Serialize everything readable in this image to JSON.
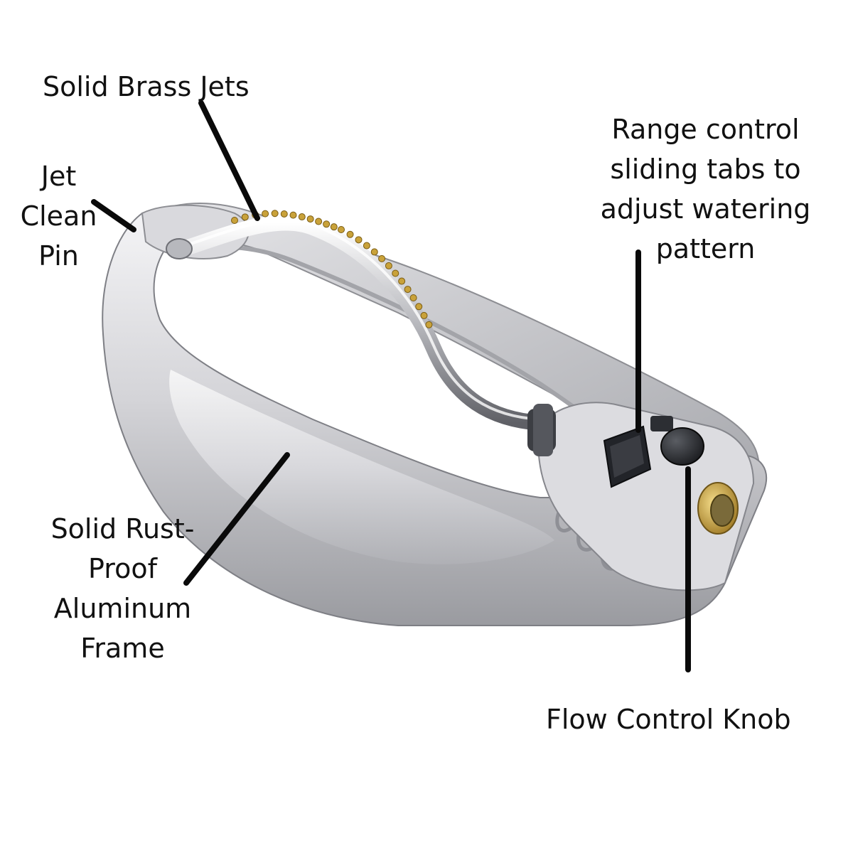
{
  "labels": {
    "brass_jets": [
      "Solid Brass Jets"
    ],
    "jet_clean_pin": [
      "Jet",
      "Clean",
      "Pin"
    ],
    "range_control": [
      "Range control",
      "sliding tabs to",
      "adjust watering",
      "pattern"
    ],
    "frame": [
      "Solid Rust-",
      "Proof",
      "Aluminum",
      "Frame"
    ],
    "flow_control": [
      "Flow Control Knob"
    ]
  },
  "colors": {
    "aluminum_light": "#e8e8ea",
    "aluminum_mid": "#c4c4c8",
    "aluminum_dark": "#8f9096",
    "brass": "#c9a23a",
    "knob": "#2a2c30",
    "leader_line": "#0a0a0a",
    "text": "#111111"
  },
  "icons": [
    "oscillating-sprinkler"
  ]
}
